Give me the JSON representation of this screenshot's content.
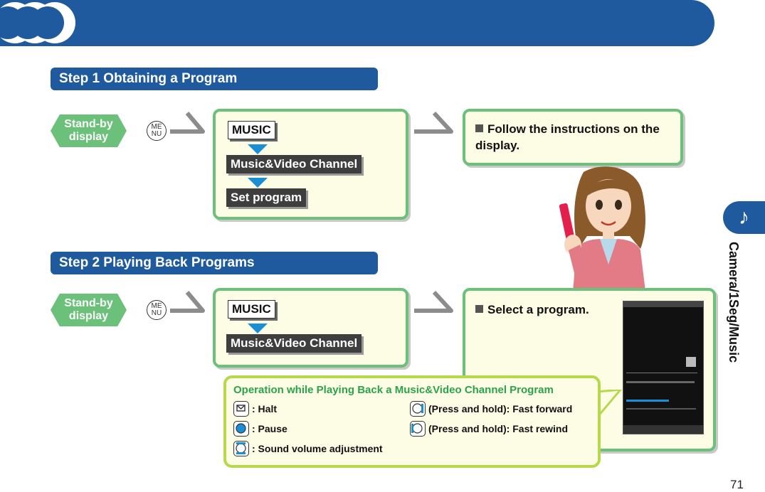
{
  "page_number": "71",
  "side_tab": {
    "icon": "music-note-icon",
    "label": "Camera/1Seg/Music"
  },
  "step1": {
    "title": "Step 1  Obtaining a Program",
    "standby": "Stand-by\ndisplay",
    "menu_key": "ME\nNU",
    "menu_items": [
      "MUSIC",
      "Music&Video Channel",
      "Set program"
    ],
    "instruction": "Follow the instructions on the display."
  },
  "step2": {
    "title": "Step 2  Playing Back Programs",
    "standby": "Stand-by\ndisplay",
    "menu_key": "ME\nNU",
    "menu_items": [
      "MUSIC",
      "Music&Video Channel"
    ],
    "instruction": "Select a program."
  },
  "operations": {
    "title": "Operation while Playing Back a Music&Video Channel Program",
    "items": [
      {
        "key": "mail-key",
        "text": ": Halt"
      },
      {
        "key": "center-key",
        "text": ": Pause"
      },
      {
        "key": "updown-key",
        "text": ": Sound volume adjustment"
      },
      {
        "key": "right-key",
        "text": " (Press and hold): Fast forward"
      },
      {
        "key": "left-key",
        "text": " (Press and hold): Fast rewind"
      }
    ]
  },
  "colors": {
    "blue": "#1f5a9e",
    "green": "#6cc17a",
    "accent": "#1b8fd6",
    "panel": "#fdfde6"
  }
}
